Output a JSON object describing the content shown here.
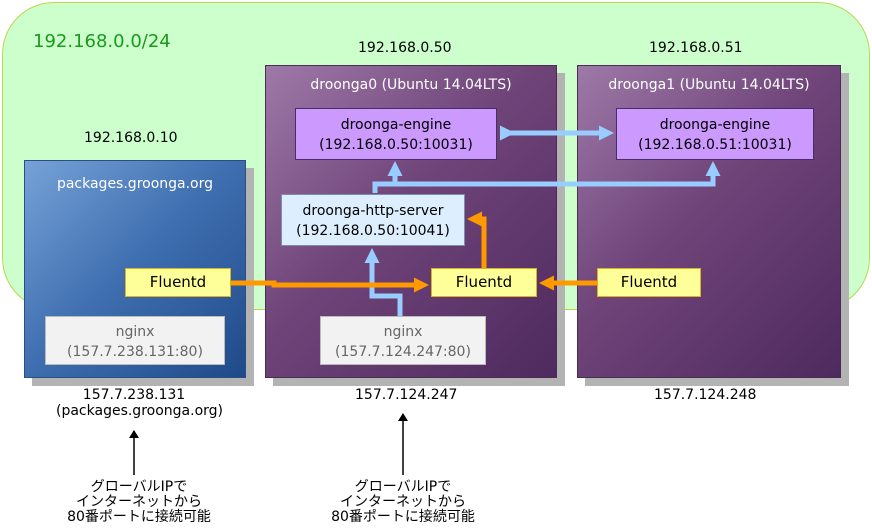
{
  "network": {
    "label": "192.168.0.0/24"
  },
  "colors": {
    "network_fill": "#ccffcc",
    "host_purple": "#6b3e75",
    "host_blue": "#2f5e9c",
    "engine_fill": "#cc99ff",
    "fluent_fill": "#ffff99",
    "log_arrow": "#ff9900",
    "sync_arrow": "#99ccff"
  },
  "hosts": {
    "packages": {
      "private_ip": "192.168.0.10",
      "title": "packages.groonga.org",
      "public_ip_line1": "157.7.238.131",
      "public_ip_line2": "(packages.groonga.org)",
      "fluentd": "Fluentd",
      "nginx_line1": "nginx",
      "nginx_line2": "(157.7.238.131:80)"
    },
    "droonga0": {
      "private_ip": "192.168.0.50",
      "title": "droonga0 (Ubuntu 14.04LTS)",
      "public_ip": "157.7.124.247",
      "engine_line1": "droonga-engine",
      "engine_line2": "(192.168.0.50:10031)",
      "http_line1": "droonga-http-server",
      "http_line2": "(192.168.0.50:10041)",
      "fluentd": "Fluentd",
      "nginx_line1": "nginx",
      "nginx_line2": "(157.7.124.247:80)"
    },
    "droonga1": {
      "private_ip": "192.168.0.51",
      "title": "droonga1 (Ubuntu 14.04LTS)",
      "public_ip": "157.7.124.248",
      "engine_line1": "droonga-engine",
      "engine_line2": "(192.168.0.51:10031)",
      "fluentd": "Fluentd"
    }
  },
  "notes": {
    "left": {
      "line1": "グローバルIPで",
      "line2": "インターネットから",
      "line3": "80番ポートに接続可能"
    },
    "middle": {
      "line1": "グローバルIPで",
      "line2": "インターネットから",
      "line3": "80番ポートに接続可能"
    }
  }
}
